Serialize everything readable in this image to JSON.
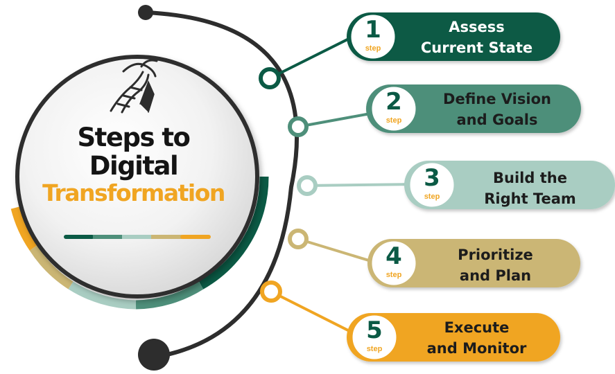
{
  "center": {
    "line1": "Steps to",
    "line2": "Digital",
    "line3": "Transformation",
    "logo_icon": "dna-goat-logo-icon"
  },
  "step_word": "step",
  "steps": [
    {
      "number": "1",
      "line1": "Assess",
      "line2": "Current  State",
      "color": "#0b5a45"
    },
    {
      "number": "2",
      "line1": "Define Vision",
      "line2": "and Goals",
      "color": "#4e8f7a"
    },
    {
      "number": "3",
      "line1": "Build the",
      "line2": "Right Team",
      "color": "#a9cdc2"
    },
    {
      "number": "4",
      "line1": "Prioritize",
      "line2": "and Plan",
      "color": "#cbb674"
    },
    {
      "number": "5",
      "line1": "Execute",
      "line2": "and Monitor",
      "color": "#f0a522"
    }
  ],
  "colors": {
    "dark_green": "#0b5a45",
    "mid_green": "#4e8f7a",
    "light_teal": "#a9cdc2",
    "khaki": "#cbb674",
    "orange": "#f0a522",
    "charcoal": "#2d2d2d"
  }
}
